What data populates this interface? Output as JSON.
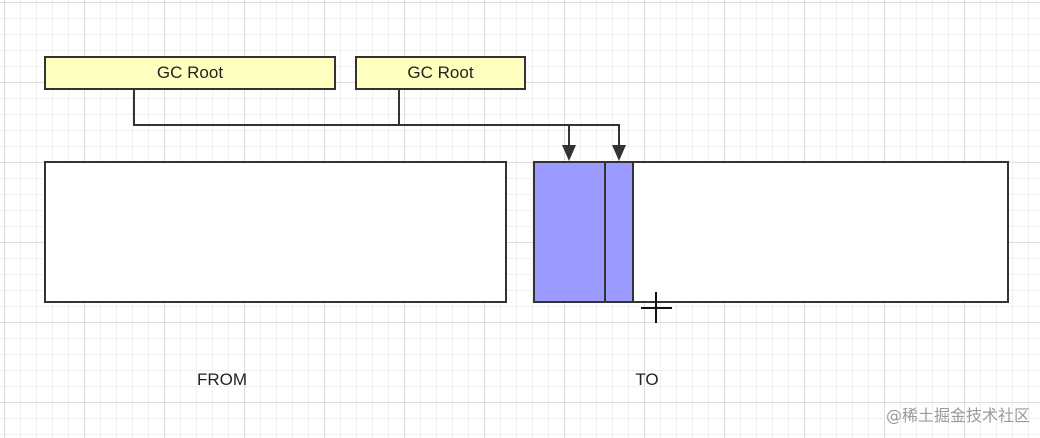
{
  "diagram": {
    "gc_roots": [
      {
        "label": "GC Root"
      },
      {
        "label": "GC Root"
      }
    ],
    "regions": {
      "from_label": "FROM",
      "to_label": "TO"
    },
    "colors": {
      "gc_root_fill": "#ffffc0",
      "copied_object_fill": "#9b9bff",
      "stroke": "#333333"
    }
  },
  "watermark": "@稀土掘金技术社区"
}
